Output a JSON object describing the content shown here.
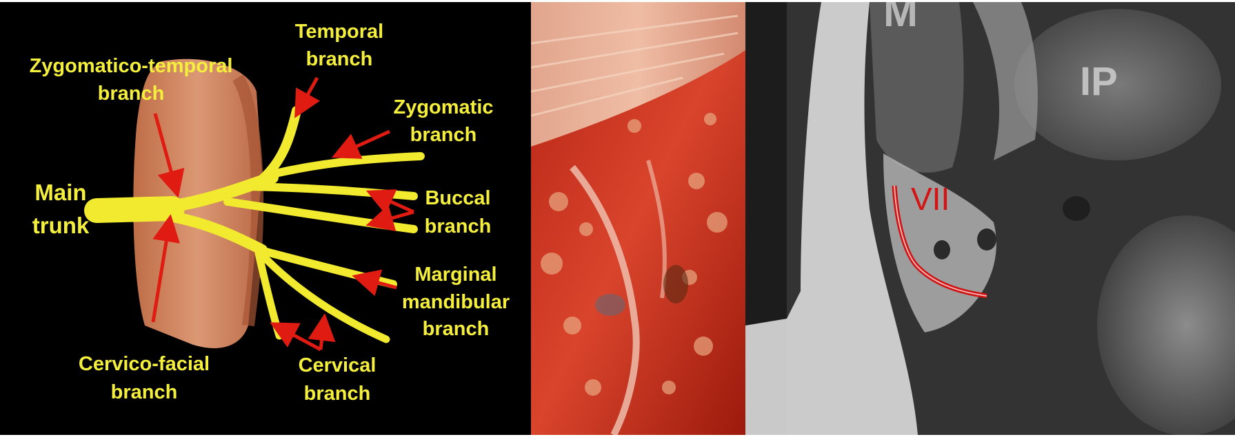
{
  "diagram": {
    "labels": {
      "zygomatico_temporal_1": "Zygomatico-temporal",
      "zygomatico_temporal_2": "branch",
      "temporal_1": "Temporal",
      "temporal_2": "branch",
      "zygomatic_1": "Zygomatic",
      "zygomatic_2": "branch",
      "main_1": "Main",
      "main_2": "trunk",
      "buccal_1": "Buccal",
      "buccal_2": "branch",
      "marginal_1": "Marginal",
      "marginal_2": "mandibular",
      "marginal_3": "branch",
      "cervico_facial_1": "Cervico-facial",
      "cervico_facial_2": "branch",
      "cervical_1": "Cervical",
      "cervical_2": "branch"
    },
    "colors": {
      "nerve": "#f2ea2e",
      "arrow": "#e01b12",
      "label": "#f4ee3c",
      "gland": "#d9875c"
    }
  },
  "mri": {
    "labels": {
      "nerve": "VII",
      "region_left": "M",
      "region_right": "IP"
    },
    "colors": {
      "nerve_trace": "#d01010"
    }
  }
}
